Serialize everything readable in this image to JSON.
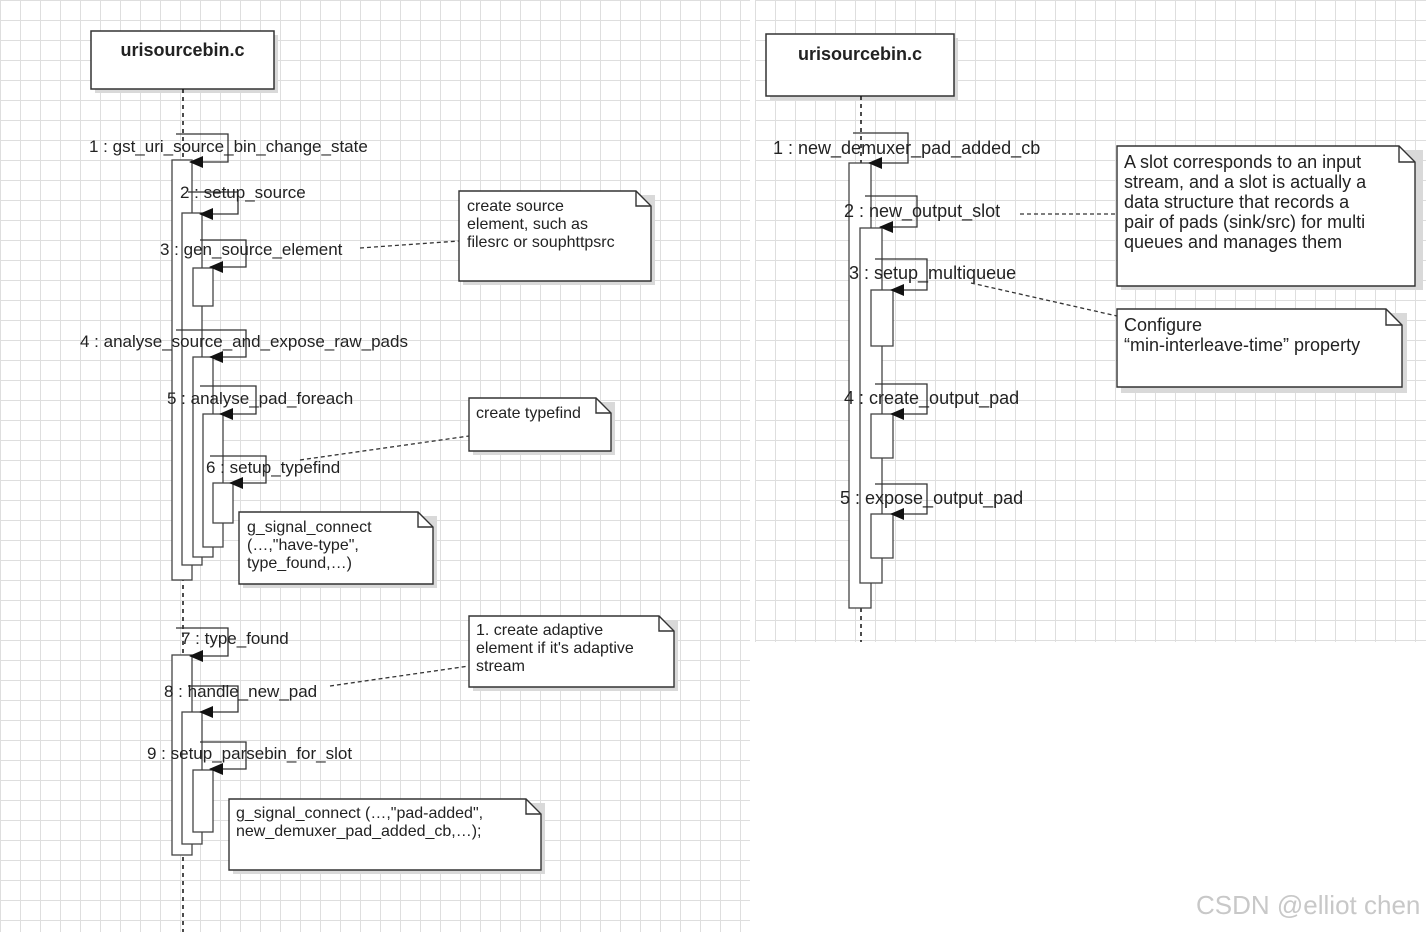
{
  "left": {
    "lifeline_title": "urisourcebin.c",
    "messages": [
      "1 : gst_uri_source_bin_change_state",
      "2 : setup_source",
      "3 : gen_source_element",
      "4 : analyse_source_and_expose_raw_pads",
      "5 : analyse_pad_foreach",
      "6 : setup_typefind",
      "7 : type_found",
      "8 : handle_new_pad",
      "9 : setup_parsebin_for_slot"
    ],
    "notes": [
      "create source\nelement, such as\nfilesrc or souphttpsrc",
      "create typefind",
      "g_signal_connect\n(…,\"have-type\",\ntype_found,…)",
      "1. create adaptive\nelement if it's adaptive\nstream",
      "g_signal_connect (…,\"pad-added\",\nnew_demuxer_pad_added_cb,…);"
    ]
  },
  "right": {
    "lifeline_title": "urisourcebin.c",
    "messages": [
      "1 : new_demuxer_pad_added_cb",
      "2 : new_output_slot",
      "3 : setup_multiqueue",
      "4 : create_output_pad",
      "5 : expose_output_pad"
    ],
    "notes": [
      "A slot corresponds to an input\nstream, and a slot is actually a\ndata structure that records a\npair of pads (sink/src) for multi\nqueues and manages them",
      "Configure\n“min-interleave-time” property"
    ]
  },
  "watermark": "CSDN @elliot chen"
}
